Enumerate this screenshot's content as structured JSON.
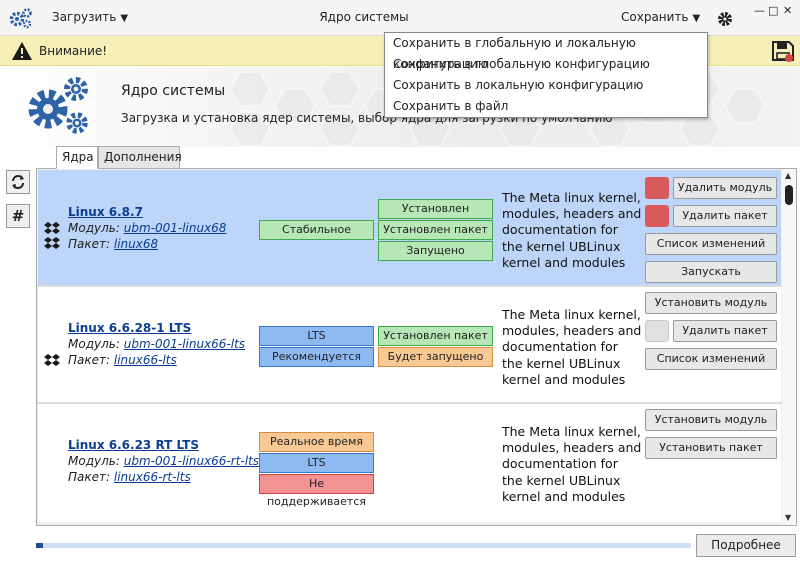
{
  "titlebar": {
    "load_label": "Загрузить",
    "title": "Ядро системы",
    "save_label": "Сохранить",
    "window_controls": [
      "—",
      "□",
      "✕"
    ]
  },
  "save_menu": {
    "items": [
      "Сохранить в глобальную и локальную конфигурацию",
      "Сохранить в глобальную конфигурацию",
      "Сохранить в локальную конфигурацию",
      "Сохранить в файл"
    ]
  },
  "warning": {
    "text": "Внимание!"
  },
  "header": {
    "title": "Ядро системы",
    "subtitle": "Загрузка и установка ядер системы, выбор ядра для загрузки по умолчанию"
  },
  "tabs": [
    "Ядра",
    "Дополнения"
  ],
  "kernels": [
    {
      "name": "Linux 6.8.7",
      "module_label": "Модуль:",
      "module": "ubm-001-linux68",
      "package_label": "Пакет:",
      "package": "linux68",
      "badges_left": [
        "Стабильное"
      ],
      "badges_right": [
        "Установлен модуль",
        "Установлен пакет",
        "Запущено"
      ],
      "description": "The Meta linux kernel, modules, headers and documentation for the kernel UBLinux kernel and modules",
      "actions": [
        "Удалить модуль",
        "Удалить пакет",
        "Список изменений",
        "Запускать"
      ]
    },
    {
      "name": "Linux 6.6.28-1 LTS",
      "module_label": "Модуль:",
      "module": "ubm-001-linux66-lts",
      "package_label": "Пакет:",
      "package": "linux66-lts",
      "badges_left": [
        "LTS",
        "Рекомендуется"
      ],
      "badges_right": [
        "Установлен пакет",
        "Будет запущено"
      ],
      "description": "The Meta linux kernel, modules, headers and documentation for the kernel UBLinux kernel and modules",
      "actions": [
        "Установить модуль",
        "Удалить пакет",
        "Список изменений"
      ]
    },
    {
      "name": "Linux 6.6.23 RT LTS",
      "module_label": "Модуль:",
      "module": "ubm-001-linux66-rt-lts",
      "package_label": "Пакет:",
      "package": "linux66-rt-lts",
      "badges_left": [
        "Реальное время",
        "LTS",
        "Не поддерживается"
      ],
      "badges_right": [],
      "description": "The Meta linux kernel, modules, headers and documentation for the kernel UBLinux kernel and modules",
      "actions": [
        "Установить модуль",
        "Установить пакет"
      ]
    }
  ],
  "footer": {
    "more_label": "Подробнее",
    "progress": 0.01
  },
  "colors": {
    "selected_row": "#bcd5f8",
    "badge_green": "#b7e7b6",
    "badge_blue": "#8ebaf2",
    "badge_orange": "#f8c895",
    "badge_red": "#f29292",
    "warning_bg": "#f6efb7"
  },
  "icons": [
    "gears-icon",
    "caret-down-icon",
    "gear-icon",
    "warning-icon",
    "save-disk-icon",
    "refresh-icon",
    "hash-icon",
    "dropbox-icon",
    "cloud-download-icon"
  ]
}
